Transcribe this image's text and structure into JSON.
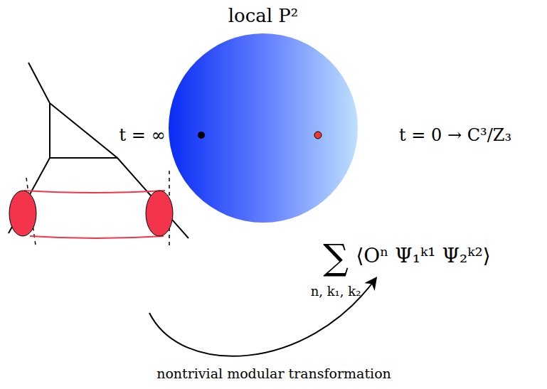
{
  "diagram": {
    "labels": [
      "local P²",
      "t = ∞",
      "t = 0 → C³/Z₃",
      "∑",
      "n, k₁, k₂",
      "⟨Oⁿ Ψ₁ᵏ¹ Ψ₂ᵏ²⟩",
      "nontrivial modular transformation"
    ]
  }
}
